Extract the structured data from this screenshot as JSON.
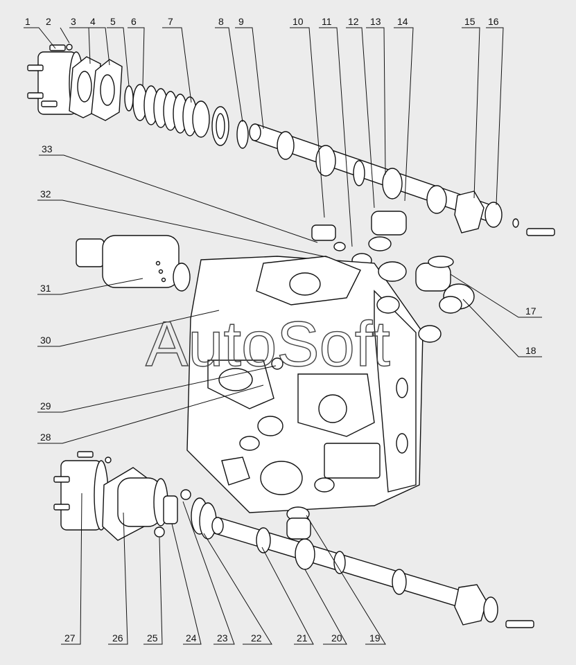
{
  "diagram": {
    "labels_top": [
      "1",
      "2",
      "3",
      "4",
      "5",
      "6",
      "7",
      "8",
      "9",
      "10",
      "11",
      "12",
      "13",
      "14",
      "15",
      "16"
    ],
    "labels_bottom": [
      "27",
      "26",
      "25",
      "24",
      "23",
      "22",
      "21",
      "20",
      "19"
    ],
    "labels_left": [
      "33",
      "32",
      "31",
      "30",
      "29",
      "28"
    ],
    "labels_right": [
      "17",
      "18"
    ]
  },
  "watermark": {
    "text": "AutoSoft"
  },
  "colors": {
    "background": "#ececec",
    "ink": "#111111",
    "part_fill": "#ffffff",
    "watermark": "#444444"
  }
}
